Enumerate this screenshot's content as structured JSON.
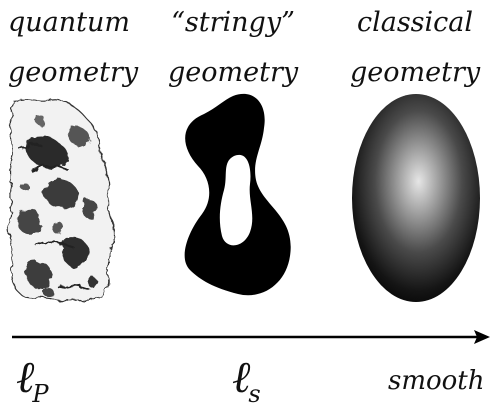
{
  "columns": [
    {
      "line1": "quantum",
      "line2": "geometry"
    },
    {
      "line1": "“stringy”",
      "line2": "geometry"
    },
    {
      "line1": "classical",
      "line2": "geometry"
    }
  ],
  "axis": {
    "left_symbol": "ℓ",
    "left_subscript": "P",
    "mid_symbol": "ℓ",
    "mid_subscript": "s",
    "right_label": "smooth"
  }
}
